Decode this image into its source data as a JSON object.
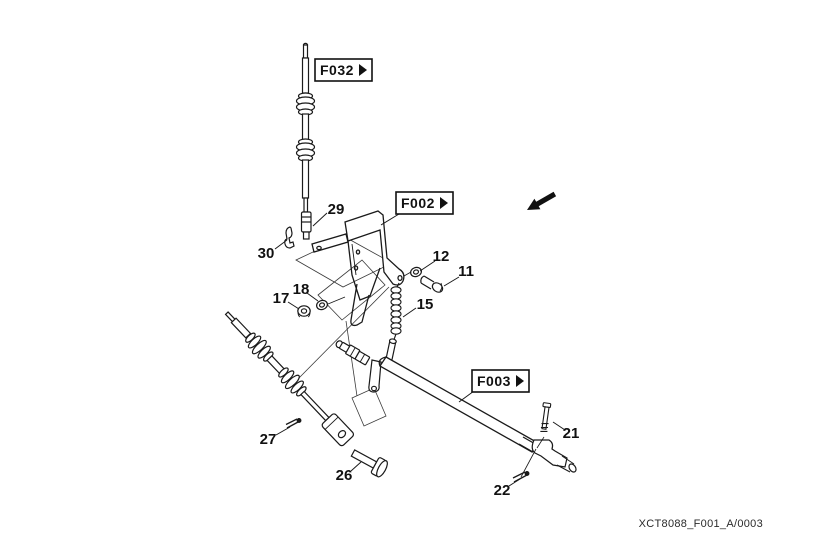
{
  "figure": {
    "drawing_number": "XCT8088_F001_A/0003",
    "background_color": "#ffffff",
    "line_color": "#1a1a1a"
  },
  "reference_boxes": [
    {
      "label": "F032",
      "icon": "forward-triangle"
    },
    {
      "label": "F002",
      "icon": "forward-triangle"
    },
    {
      "label": "F003",
      "icon": "forward-triangle"
    }
  ],
  "part_callouts": [
    "29",
    "30",
    "12",
    "11",
    "15",
    "18",
    "17",
    "27",
    "26",
    "21",
    "22"
  ],
  "direction_indicator": {
    "type": "arrow",
    "points_toward": "lower-left"
  }
}
